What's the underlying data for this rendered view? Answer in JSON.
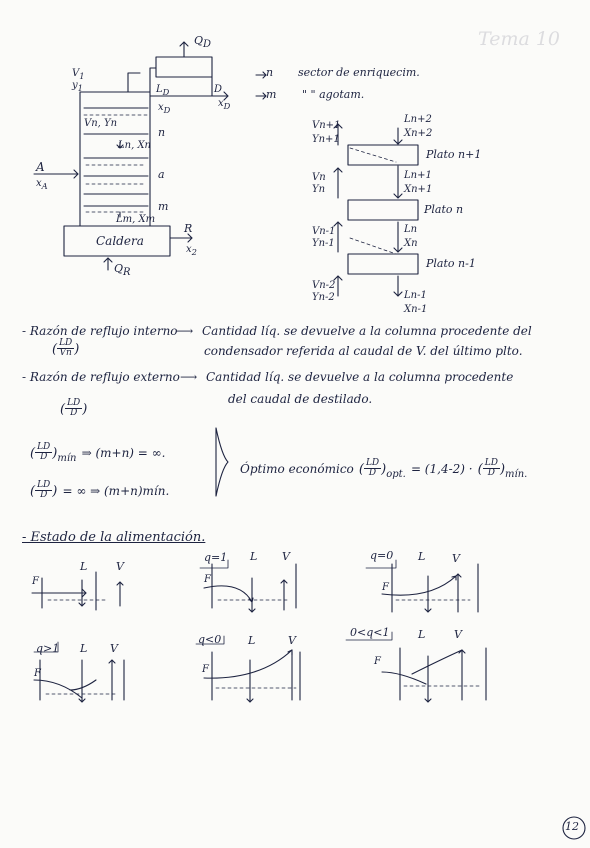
{
  "diagram_column": {
    "q_d": "Q",
    "q_d_sub": "D",
    "v1": "V",
    "v1_sub": "1",
    "y1": "y",
    "y1_sub": "1",
    "ld": "L",
    "ld_sub": "D",
    "d": "D",
    "xd": "x",
    "xd_sub": "D",
    "xd2": "x",
    "xd2_sub": "D",
    "vn_yn": "Vn, Yn",
    "n": "n",
    "ln_xn": "Ln, Xn",
    "a_feed": "A",
    "xa": "x",
    "xa_sub": "A",
    "a": "a",
    "m": "m",
    "lm_xm": "Lm, Xm",
    "caldera": "Caldera",
    "r": "R",
    "x2": "x",
    "x2_sub": "2",
    "qr": "Q",
    "qr_sub": "R"
  },
  "sector_notes": {
    "line1_var": "n",
    "line1_text": "sector de enriquecim.",
    "line2_var": "m",
    "line2_text": "\"     \" agotam."
  },
  "plates": {
    "vn1": "Vn+1",
    "yn1": "Yn+1",
    "ln2": "Ln+2",
    "xn2": "Xn+2",
    "plato_n1": "Plato n+1",
    "vn": "Vn",
    "yn": "Yn",
    "ln1": "Ln+1",
    "xn1": "Xn+1",
    "plato_n": "Plato n",
    "vn_1": "Vn-1",
    "yn_1": "Yn-1",
    "ln": "Ln",
    "xn": "Xn",
    "plato_n_1": "Plato n-1",
    "vn_2": "Vn-2",
    "yn_2": "Yn-2",
    "ln_1": "Ln-1",
    "xn_1": "Xn-1"
  },
  "notes": {
    "internal_label": "- Razón de reflujo interno",
    "internal_text1": "Cantidad líq. se devuelve a la columna procedente del",
    "internal_text2": "condensador referida al caudal de V. del último plto.",
    "internal_frac_num": "LD",
    "internal_frac_den": "Vn",
    "external_label": "- Razón de reflujo externo",
    "external_text1": "Cantidad líq. se devuelve a la columna procedente",
    "external_text2": "del caudal de destilado.",
    "external_frac_num": "LD",
    "external_frac_den": "D",
    "min_frac_num": "LD",
    "min_frac_den": "D",
    "min_sub": "mín",
    "min_text": "⇒ (m+n) = ∞.",
    "inf_frac_num": "LD",
    "inf_frac_den": "D",
    "inf_text": "= ∞ ⇒ (m+n)mín.",
    "optimo_label": "Óptimo económico",
    "optimo_frac_num": "LD",
    "optimo_frac_den": "D",
    "optimo_sub": "opt.",
    "optimo_eq": "= (1,4-2) ·",
    "optimo_frac2_num": "LD",
    "optimo_frac2_den": "D",
    "optimo_sub2": "mín."
  },
  "feed_state": {
    "title": "- Estado de la alimentación.",
    "L": "L",
    "V": "V",
    "F": "F",
    "q1": "q=1",
    "q0": "q=0",
    "qgt1": "q>1",
    "qlt0": "q<0",
    "q01": "0<q<1"
  },
  "page_number": "12",
  "bleed_through": "Tema 10"
}
